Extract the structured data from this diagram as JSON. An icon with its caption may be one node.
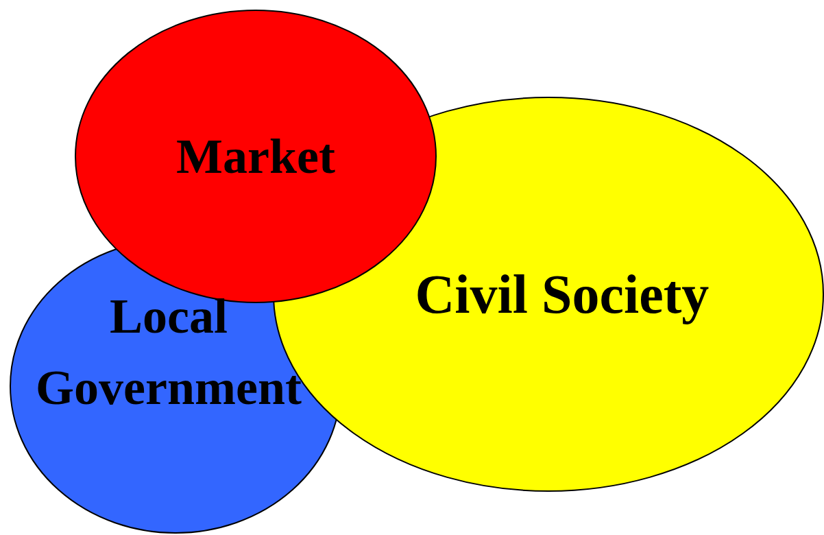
{
  "diagram": {
    "nodes": [
      {
        "text": [
          "Market"
        ]
      },
      {
        "text": [
          "Civil Society"
        ]
      },
      {
        "text": [
          "Local Government"
        ]
      }
    ]
  }
}
